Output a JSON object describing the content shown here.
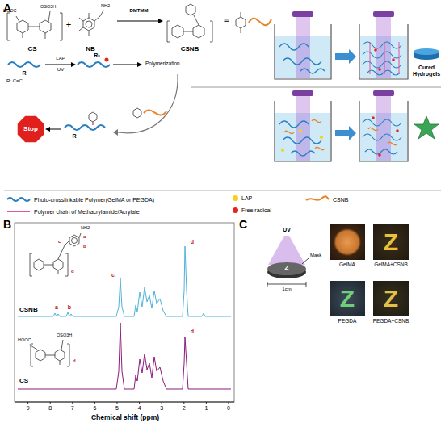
{
  "diagram": {
    "nodes": [
      {
        "text": [
          "Stop"
        ]
      },
      {
        "text": [
          "GelMA"
        ]
      },
      {
        "text": [
          "Z",
          "GelMA+CSNB"
        ]
      },
      {
        "text": [
          "Z",
          "PEGDA"
        ]
      },
      {
        "text": [
          "Z",
          "PEGDA+CSNB"
        ]
      }
    ],
    "labels": [
      "A",
      "HOOC",
      "OSO3H",
      "CS",
      "+",
      "NH2",
      "NB",
      "DMTMM",
      "CSNB",
      "≡",
      "R",
      "LAP",
      "UV",
      "R•",
      "Polymerization",
      "R: C=C",
      "R",
      "Cured Hydrogels",
      "B",
      "NH2",
      "a",
      "b",
      "c",
      "d",
      "CSNB",
      "a",
      "b",
      "c",
      "d",
      "HOOC",
      "OSO3H",
      "d",
      "CS",
      "d",
      "9",
      "8",
      "7",
      "6",
      "5",
      "4",
      "3",
      "2",
      "1",
      "0",
      "Chemical shift (ppm)",
      "C",
      "UV",
      "Z",
      "Mask",
      "1cm"
    ],
    "legend": [
      {
        "text": "Photo-crosslinkable Polymer(GelMA or PEGDA)"
      },
      {
        "text": "LAP",
        "color": "#f2d21b"
      },
      {
        "text": "CSNB"
      },
      {
        "text": "Polymer chain of Methacrylamide/Acrylate"
      },
      {
        "text": "Free radical",
        "color": "#e8231f"
      }
    ]
  }
}
